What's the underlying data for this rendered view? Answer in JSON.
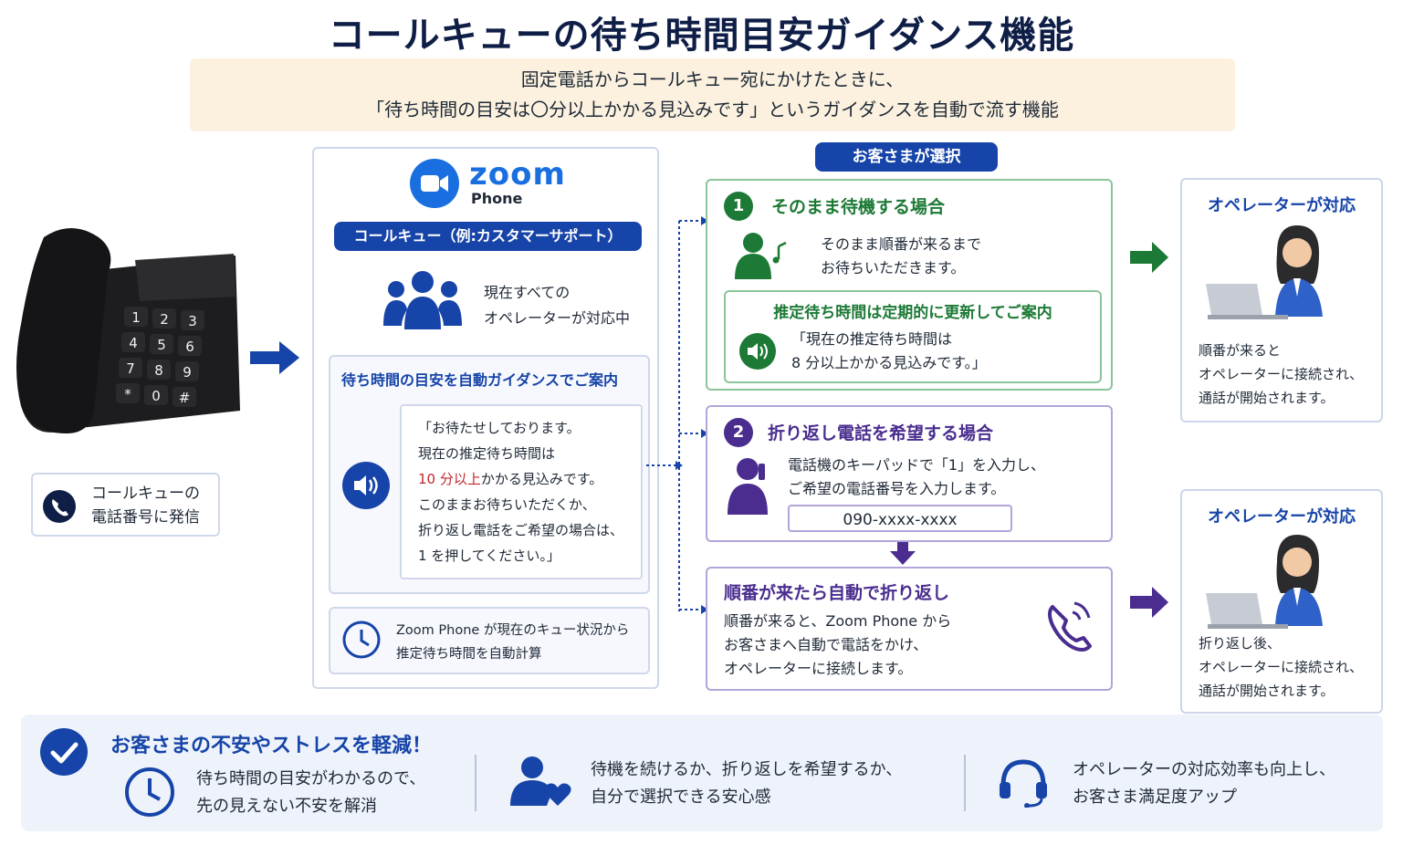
{
  "title": "コールキューの待ち時間目安ガイダンス機能",
  "subtitle": {
    "line1": "固定電話からコールキュー宛にかけたときに、",
    "line2": "「待ち時間の目安は〇分以上かかる見込みです」というガイダンスを自動で流す機能"
  },
  "caller": {
    "label_line1": "コールキューの",
    "label_line2": "電話番号に発信",
    "keypad": [
      "1",
      "2",
      "3",
      "4",
      "5",
      "6",
      "7",
      "8",
      "9",
      "*",
      "0",
      "#"
    ]
  },
  "zoom_panel": {
    "brand": "zoom",
    "brand_sub": "Phone",
    "queue_pill": "コールキュー（例:カスタマーサポート）",
    "busy_line1": "現在すべての",
    "busy_line2": "オペレーターが対応中",
    "guidance_title": "待ち時間の目安を自動ガイダンスでご案内",
    "msg_line1": "「お待たせしております。",
    "msg_line2": "現在の推定待ち時間は",
    "msg_highlight": "10 分以上",
    "msg_line3_rest": "かかる見込みです。",
    "msg_line4": "このままお待ちいただくか、",
    "msg_line5": "折り返し電話をご希望の場合は、",
    "msg_line6": "1 を押してください。」",
    "calc_line1": "Zoom Phone が現在のキュー状況から",
    "calc_line2": "推定待ち時間を自動計算"
  },
  "choice_pill": "お客さまが選択",
  "option1": {
    "number": "1",
    "title": "そのまま待機する場合",
    "desc_line1": "そのまま順番が来るまで",
    "desc_line2": "お待ちいただきます。",
    "update_title": "推定待ち時間は定期的に更新してご案内",
    "update_line1": "「現在の推定待ち時間は",
    "update_line2": "8 分以上かかる見込みです。」"
  },
  "option2": {
    "number": "2",
    "title": "折り返し電話を希望する場合",
    "desc_line1": "電話機のキーパッドで「1」を入力し、",
    "desc_line2": "ご希望の電話番号を入力します。",
    "phone_input": "090-xxxx-xxxx"
  },
  "callback": {
    "title": "順番が来たら自動で折り返し",
    "line1": "順番が来ると、Zoom Phone から",
    "line2": "お客さまへ自動で電話をかけ、",
    "line3": "オペレーターに接続します。"
  },
  "operator1": {
    "title": "オペレーターが対応",
    "line1": "順番が来ると",
    "line2": "オペレーターに接続され、",
    "line3": "通話が開始されます。"
  },
  "operator2": {
    "title": "オペレーターが対応",
    "line1": "折り返し後、",
    "line2": "オペレーターに接続され、",
    "line3": "通話が開始されます。"
  },
  "benefits": {
    "headline": "お客さまの不安やストレスを軽減！",
    "b1_line1": "待ち時間の目安がわかるので、",
    "b1_line2": "先の見えない不安を解消",
    "b2_line1": "待機を続けるか、折り返しを希望するか、",
    "b2_line2": "自分で選択できる安心感",
    "b3_line1": "オペレーターの対応効率も向上し、",
    "b3_line2": "お客さま満足度アップ"
  },
  "colors": {
    "navy": "#0f1e46",
    "primary_blue": "#1644a8",
    "green": "#1d7a36",
    "purple": "#4a2d8f",
    "highlight_red": "#c0262d",
    "subtitle_bg": "#fbf1de",
    "benefit_bg": "#eef3fb"
  }
}
